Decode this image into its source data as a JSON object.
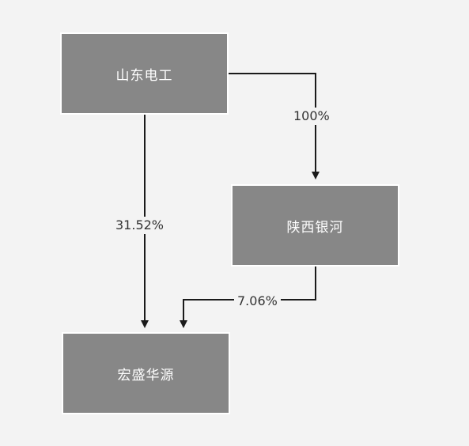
{
  "nodes": {
    "shandong": "山东电工",
    "shaanxi": "陕西银河",
    "hongsheng": "宏盛华源"
  },
  "edges": {
    "shandong_to_shaanxi": "100%",
    "shandong_to_hongsheng": "31.52%",
    "shaanxi_to_hongsheng": "7.06%"
  },
  "colors": {
    "background": "#f3f3f3",
    "node_fill": "#878787",
    "node_text": "#ffffff",
    "line": "#1a1a1a",
    "label_text": "#333333"
  }
}
